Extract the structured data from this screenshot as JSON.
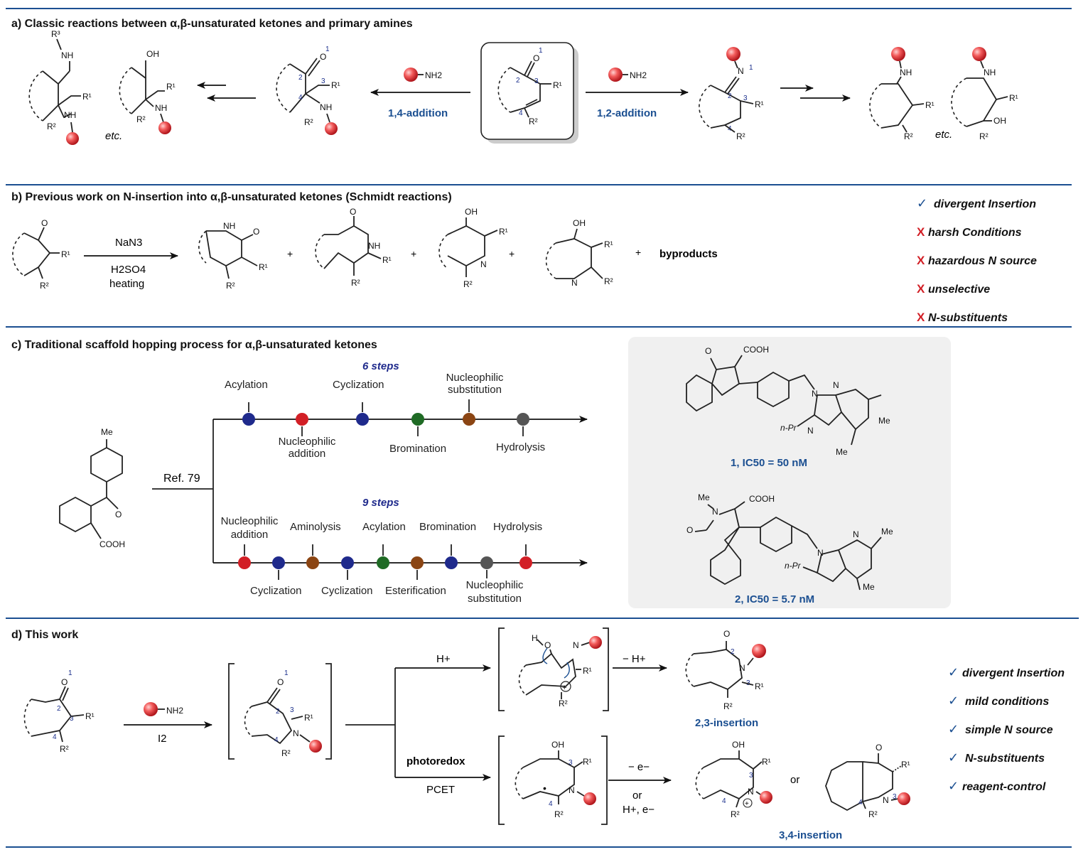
{
  "colors": {
    "rule": "#1b4f91",
    "accent_blue": "#1b4f91",
    "accent_red": "#d21f26",
    "panel_gray": "#f0f0f0"
  },
  "panel_a": {
    "title": "a) Classic reactions between α,β-unsaturated ketones and primary amines",
    "left_condition": "1,4-addition",
    "right_condition": "1,2-addition",
    "reagent": "NH2",
    "etc_label": "etc."
  },
  "panel_b": {
    "title": "b) Previous work on N-insertion into α,β-unsaturated ketones (Schmidt reactions)",
    "reagent_top": "NaN3",
    "reagent_bottom_1": "H2SO4",
    "reagent_bottom_2": "heating",
    "byproducts": "byproducts",
    "features": [
      {
        "mark": "✓",
        "text": "divergent Insertion"
      },
      {
        "mark": "X",
        "text": "harsh Conditions"
      },
      {
        "mark": "X",
        "text": "hazardous N source"
      },
      {
        "mark": "X",
        "text": "unselective"
      },
      {
        "mark": "X",
        "text": "N-substituents"
      }
    ]
  },
  "panel_c": {
    "title": "c) Traditional scaffold hopping process for α,β-unsaturated ketones",
    "ref": "Ref. 79",
    "route1_label": "6 steps",
    "route2_label": "9 steps",
    "route1_steps": [
      {
        "label": "Acylation",
        "color": "#1f2a8c"
      },
      {
        "label": "Nucleophilic addition",
        "color": "#d21f26"
      },
      {
        "label": "Cyclization",
        "color": "#1f2a8c"
      },
      {
        "label": "Bromination",
        "color": "#1f6b25"
      },
      {
        "label": "Nucleophilic substitution",
        "color": "#8b4513"
      },
      {
        "label": "Hydrolysis",
        "color": "#555555"
      }
    ],
    "route2_steps": [
      {
        "label": "Nucleophilic addition",
        "color": "#d21f26"
      },
      {
        "label": "Cyclization",
        "color": "#1f2a8c"
      },
      {
        "label": "Aminolysis",
        "color": "#8b4513"
      },
      {
        "label": "Cyclization",
        "color": "#1f2a8c"
      },
      {
        "label": "Acylation",
        "color": "#1f6b25"
      },
      {
        "label": "Esterification",
        "color": "#8b4513"
      },
      {
        "label": "Bromination",
        "color": "#1f2a8c"
      },
      {
        "label": "Nucleophilic substitution",
        "color": "#555555"
      },
      {
        "label": "Hydrolysis",
        "color": "#d21f26"
      }
    ],
    "compound1": "1, IC50 = 50 nM",
    "compound2": "2, IC50 = 5.7 nM"
  },
  "panel_d": {
    "title": "d) This work",
    "reagent_bottom": "I2",
    "upper_condition": "H+",
    "upper_second": "− H+",
    "lower_condition_1": "photoredox",
    "lower_condition_2": "PCET",
    "lower_second_1": "− e−",
    "lower_second_2": "or",
    "lower_second_3": "H+, e−",
    "product_upper": "2,3-insertion",
    "product_lower": "3,4-insertion",
    "or_label": "or",
    "features": [
      {
        "mark": "✓",
        "text": "divergent Insertion"
      },
      {
        "mark": "✓",
        "text": "mild conditions"
      },
      {
        "mark": "✓",
        "text": "simple N source"
      },
      {
        "mark": "✓",
        "text": "N-substituents"
      },
      {
        "mark": "✓",
        "text": "reagent-control"
      }
    ]
  }
}
